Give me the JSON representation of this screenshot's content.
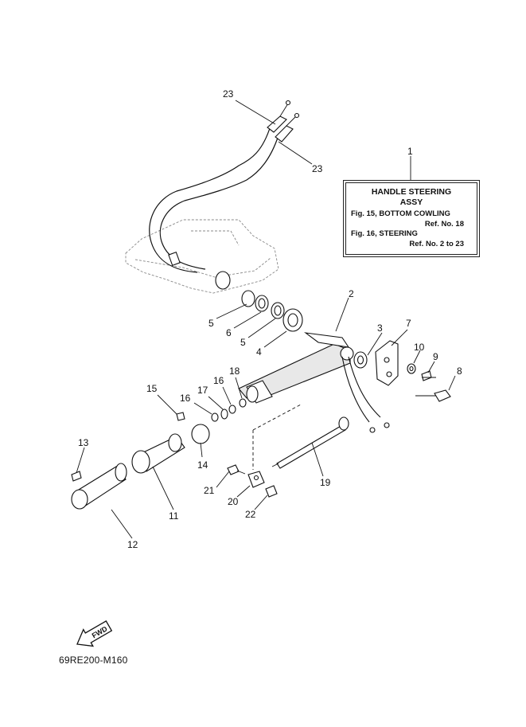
{
  "info_box": {
    "title_line1": "HANDLE STEERING",
    "title_line2": "ASSY",
    "ref1": "Fig. 15, BOTTOM COWLING",
    "ref1_no": "Ref. No. 18",
    "ref2": "Fig. 16, STEERING",
    "ref2_no": "Ref. No. 2 to 23"
  },
  "fwd_label": "FWD",
  "diagram_code": "69RE200-M160",
  "callouts": {
    "c1": "1",
    "c2": "2",
    "c3": "3",
    "c4": "4",
    "c5a": "5",
    "c5b": "5",
    "c6": "6",
    "c7": "7",
    "c8": "8",
    "c9": "9",
    "c10": "10",
    "c11": "11",
    "c12": "12",
    "c13": "13",
    "c14": "14",
    "c15": "15",
    "c16a": "16",
    "c16b": "16",
    "c17": "17",
    "c18": "18",
    "c19": "19",
    "c20": "20",
    "c21": "21",
    "c22": "22",
    "c23a": "23",
    "c23b": "23"
  }
}
